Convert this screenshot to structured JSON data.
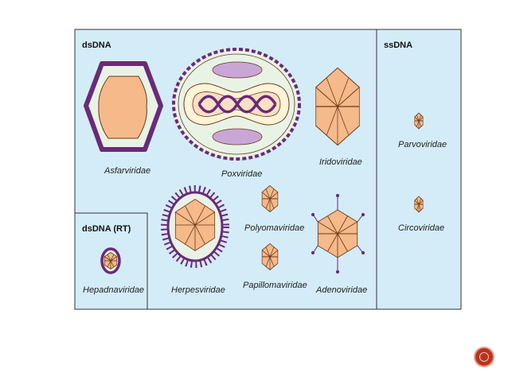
{
  "colors": {
    "panel": "#d4ecf8",
    "border": "#333333",
    "capsid_fill": "#f5b98a",
    "capsid_stroke": "#6a3a1a",
    "envelope": "#6a2a78",
    "lilac": "#c9a6d6",
    "pale_green": "#e8f3e6",
    "nav_button": "#b8341f"
  },
  "groups": {
    "dsdna": "dsDNA",
    "ssdna": "ssDNA",
    "dsdna_rt": "dsDNA (RT)"
  },
  "families": {
    "asfarviridae": "Asfarviridae",
    "poxviridae": "Poxviridae",
    "iridoviridae": "Iridoviridae",
    "parvoviridae": "Parvoviridae",
    "circoviridae": "Circoviridae",
    "polyomaviridae": "Polyomaviridae",
    "papillomaviridae": "Papillomaviridae",
    "herpesviridae": "Herpesviridae",
    "adenoviridae": "Adenoviridae",
    "hepadnaviridae": "Hepadnaviridae"
  },
  "icons": {
    "nav": "next-slide-button"
  }
}
